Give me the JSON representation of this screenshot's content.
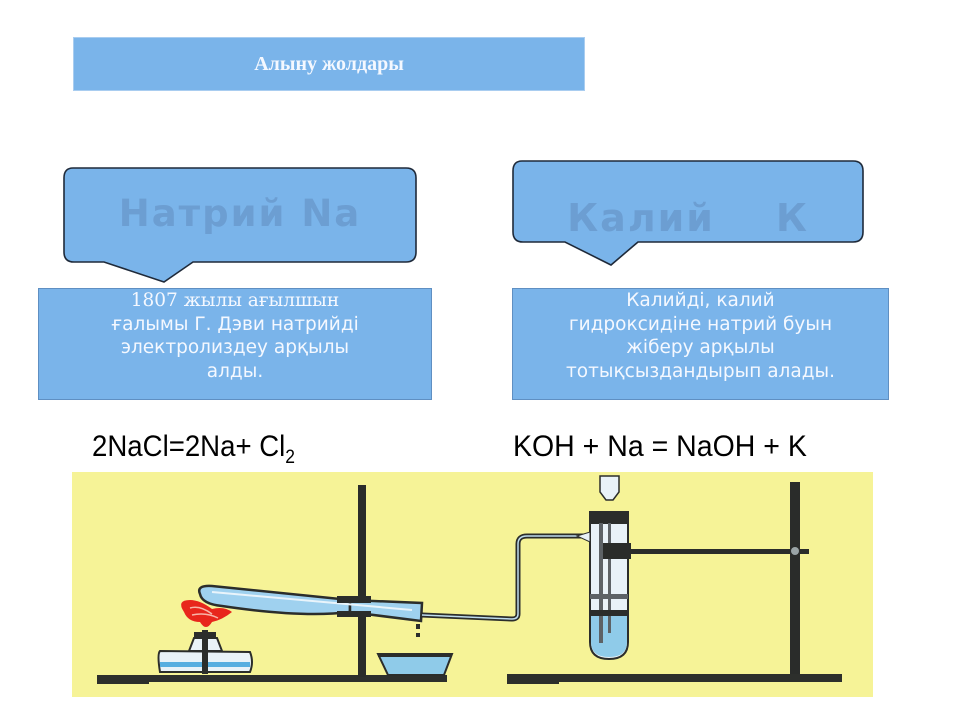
{
  "slide": {
    "title": "Алыну жолдары",
    "colors": {
      "box_fill": "#7ab4ea",
      "box_border": "#5f8fc2",
      "callout_text": "#6c9ed2",
      "illustration_bg": "#f6f397"
    }
  },
  "sodium": {
    "callout_label": "Натрий Na",
    "description_lines": [
      "1807 жылы ағылшын",
      "ғалымы Г. Дэви натрийді",
      "электролиздеу  арқылы",
      "алды."
    ],
    "equation": {
      "main": "2NaCl=2Na+ Cl",
      "subscript": "2"
    }
  },
  "potassium": {
    "callout_label": "Калий    К",
    "description_lines": [
      "Калийді, калий",
      "гидроксидіне натрий буын",
      "жіберу арқылы",
      "тотықсыздандырып алады."
    ],
    "equation": {
      "main": "KOH + Na = NaOH + K"
    }
  },
  "illustration": {
    "description": "laboratory apparatus: burner heating tilted test tube on stand, gas tube to cooled receiving tube on second stand"
  }
}
